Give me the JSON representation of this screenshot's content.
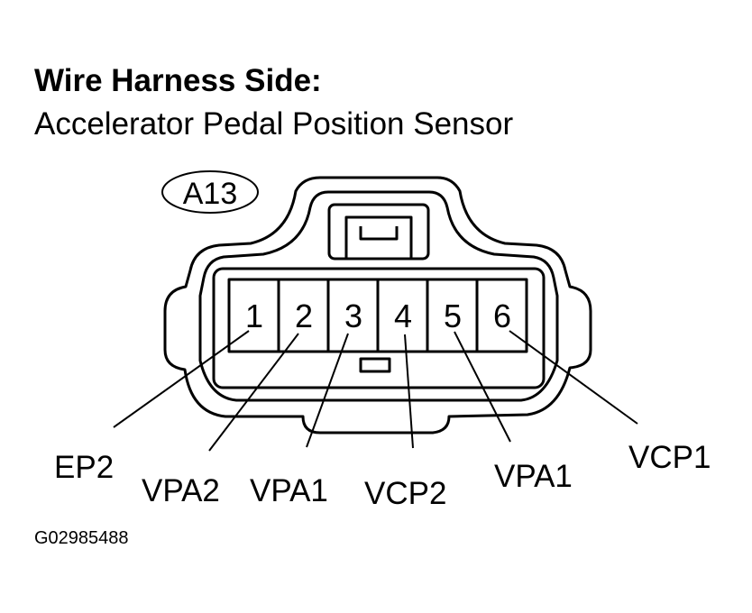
{
  "header": {
    "title": "Wire Harness Side:",
    "subtitle": "Accelerator Pedal Position Sensor"
  },
  "connector": {
    "code": "A13",
    "pins": [
      {
        "number": "1",
        "signal": "EP2"
      },
      {
        "number": "2",
        "signal": "VPA2"
      },
      {
        "number": "3",
        "signal": "VPA1"
      },
      {
        "number": "4",
        "signal": "VCP2"
      },
      {
        "number": "5",
        "signal": "VPA1"
      },
      {
        "number": "6",
        "signal": "VCP1"
      }
    ]
  },
  "footer": {
    "figure_id": "G02985488"
  }
}
